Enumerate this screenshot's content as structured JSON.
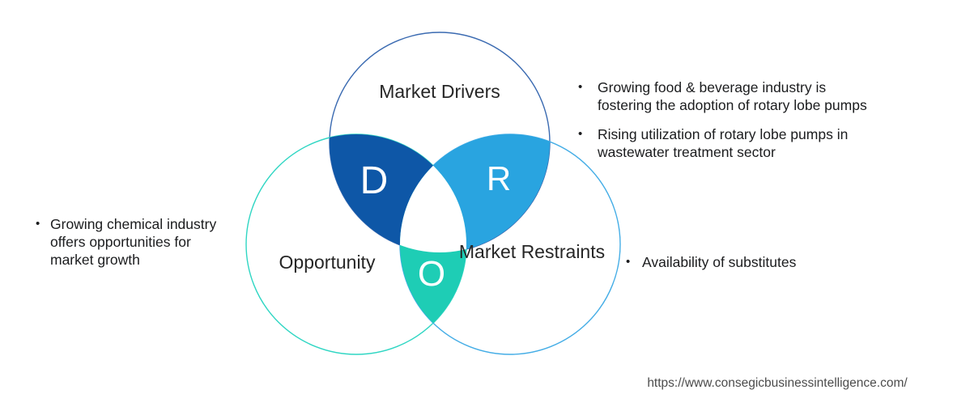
{
  "venn": {
    "circles": {
      "drivers": {
        "label": "Market Drivers",
        "outline_color": "#3a6ab1"
      },
      "opportunity": {
        "label": "Opportunity",
        "outline_color": "#2fd6c3"
      },
      "restraints": {
        "label": "Market Restraints",
        "outline_color": "#44ade6"
      }
    },
    "regions": {
      "d": {
        "letter": "D",
        "color": "#0e57a7"
      },
      "r": {
        "letter": "R",
        "color": "#29a4e0"
      },
      "o": {
        "letter": "O",
        "color": "#1ecdb5"
      }
    }
  },
  "glyphs": {
    "bullet": "•"
  },
  "bullets": {
    "left": [
      {
        "text": "Growing chemical industry offers opportunities for market growth"
      }
    ],
    "right_top": [
      {
        "text": "Growing food & beverage industry is fostering the adoption of rotary lobe pumps"
      },
      {
        "text": "Rising utilization of rotary lobe pumps in wastewater treatment sector"
      }
    ],
    "right_bottom": [
      {
        "text": "Availability of substitutes"
      }
    ]
  },
  "footer": {
    "url": "https://www.consegicbusinessintelligence.com/"
  }
}
